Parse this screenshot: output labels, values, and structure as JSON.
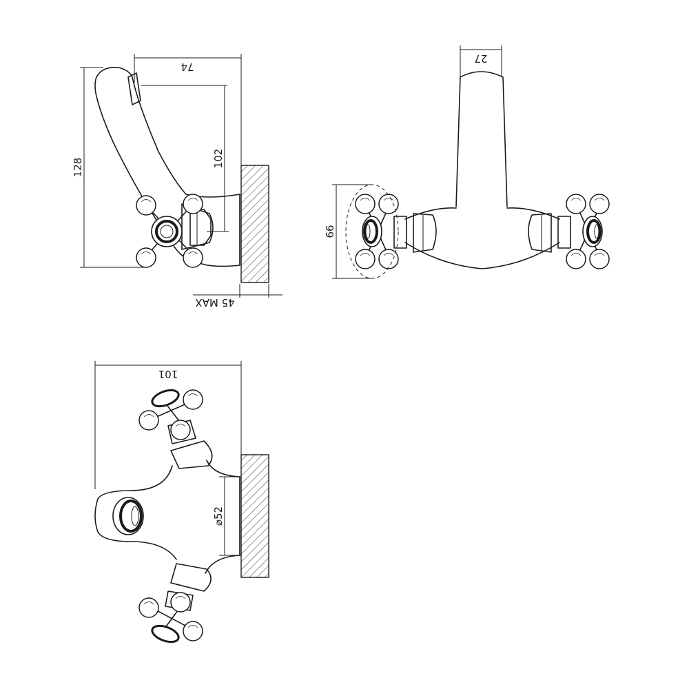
{
  "drawing": {
    "side_view": {
      "dim_height": "128",
      "dim_projection": "74",
      "dim_spout_height": "102",
      "dim_wall_depth": "45 MAX"
    },
    "front_view": {
      "dim_spout_width": "27",
      "dim_handle_height": "66"
    },
    "top_view": {
      "dim_length": "101",
      "dim_flange_diameter": "⌀52"
    }
  }
}
